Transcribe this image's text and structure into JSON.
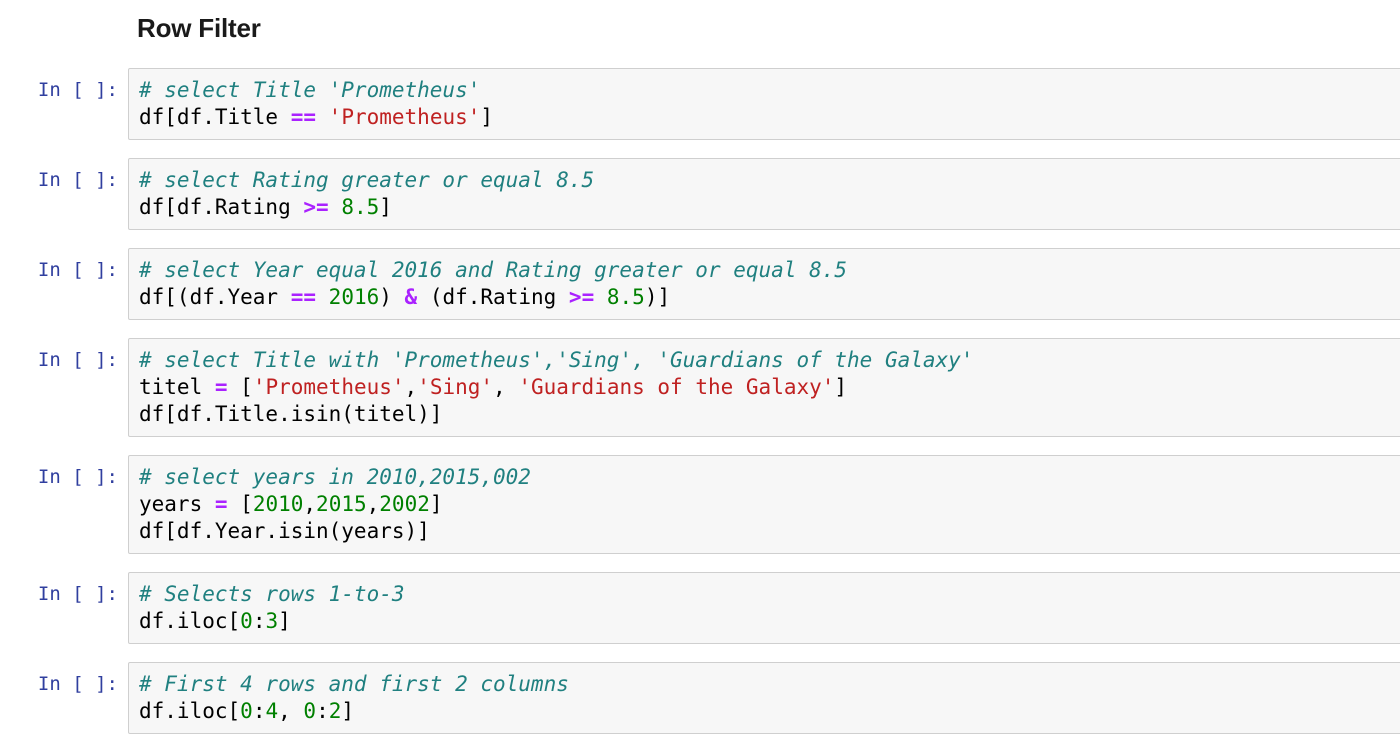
{
  "notebook": {
    "heading": "Row Filter",
    "prompt_label": "In [ ]:",
    "cells": [
      {
        "lines": [
          [
            {
              "style": "comment",
              "text": "# select Title 'Prometheus'"
            }
          ],
          [
            {
              "style": "code",
              "text": "df[df.Title "
            },
            {
              "style": "operator",
              "text": "=="
            },
            {
              "style": "code",
              "text": " "
            },
            {
              "style": "string",
              "text": "'Prometheus'"
            },
            {
              "style": "code",
              "text": "]"
            }
          ]
        ]
      },
      {
        "lines": [
          [
            {
              "style": "comment",
              "text": "# select Rating greater or equal 8.5"
            }
          ],
          [
            {
              "style": "code",
              "text": "df[df.Rating "
            },
            {
              "style": "operator",
              "text": ">="
            },
            {
              "style": "code",
              "text": " "
            },
            {
              "style": "number",
              "text": "8.5"
            },
            {
              "style": "code",
              "text": "]"
            }
          ]
        ]
      },
      {
        "lines": [
          [
            {
              "style": "comment",
              "text": "# select Year equal 2016 and Rating greater or equal 8.5"
            }
          ],
          [
            {
              "style": "code",
              "text": "df[(df.Year "
            },
            {
              "style": "operator",
              "text": "=="
            },
            {
              "style": "code",
              "text": " "
            },
            {
              "style": "number",
              "text": "2016"
            },
            {
              "style": "code",
              "text": ") "
            },
            {
              "style": "operator",
              "text": "&"
            },
            {
              "style": "code",
              "text": " (df.Rating "
            },
            {
              "style": "operator",
              "text": ">="
            },
            {
              "style": "code",
              "text": " "
            },
            {
              "style": "number",
              "text": "8.5"
            },
            {
              "style": "code",
              "text": ")]"
            }
          ]
        ]
      },
      {
        "lines": [
          [
            {
              "style": "comment",
              "text": "# select Title with 'Prometheus','Sing', 'Guardians of the Galaxy'"
            }
          ],
          [
            {
              "style": "code",
              "text": "titel "
            },
            {
              "style": "operator",
              "text": "="
            },
            {
              "style": "code",
              "text": " ["
            },
            {
              "style": "string",
              "text": "'Prometheus'"
            },
            {
              "style": "code",
              "text": ","
            },
            {
              "style": "string",
              "text": "'Sing'"
            },
            {
              "style": "code",
              "text": ", "
            },
            {
              "style": "string",
              "text": "'Guardians of the Galaxy'"
            },
            {
              "style": "code",
              "text": "]"
            }
          ],
          [
            {
              "style": "code",
              "text": "df[df.Title.isin(titel)]"
            }
          ]
        ]
      },
      {
        "lines": [
          [
            {
              "style": "comment",
              "text": "# select years in 2010,2015,002"
            }
          ],
          [
            {
              "style": "code",
              "text": "years "
            },
            {
              "style": "operator",
              "text": "="
            },
            {
              "style": "code",
              "text": " ["
            },
            {
              "style": "number",
              "text": "2010"
            },
            {
              "style": "code",
              "text": ","
            },
            {
              "style": "number",
              "text": "2015"
            },
            {
              "style": "code",
              "text": ","
            },
            {
              "style": "number",
              "text": "2002"
            },
            {
              "style": "code",
              "text": "]"
            }
          ],
          [
            {
              "style": "code",
              "text": "df[df.Year.isin(years)]"
            }
          ]
        ]
      },
      {
        "lines": [
          [
            {
              "style": "comment",
              "text": "# Selects rows 1-to-3"
            }
          ],
          [
            {
              "style": "code",
              "text": "df.iloc["
            },
            {
              "style": "number",
              "text": "0"
            },
            {
              "style": "code",
              "text": ":"
            },
            {
              "style": "number",
              "text": "3"
            },
            {
              "style": "code",
              "text": "]"
            }
          ]
        ]
      },
      {
        "lines": [
          [
            {
              "style": "comment",
              "text": "# First 4 rows and first 2 columns"
            }
          ],
          [
            {
              "style": "code",
              "text": "df.iloc["
            },
            {
              "style": "number",
              "text": "0"
            },
            {
              "style": "code",
              "text": ":"
            },
            {
              "style": "number",
              "text": "4"
            },
            {
              "style": "code",
              "text": ", "
            },
            {
              "style": "number",
              "text": "0"
            },
            {
              "style": "code",
              "text": ":"
            },
            {
              "style": "number",
              "text": "2"
            },
            {
              "style": "code",
              "text": "]"
            }
          ]
        ]
      },
      {
        "partial": true,
        "lines": []
      }
    ]
  },
  "colors": {
    "prompt": "#303F9F",
    "comment": "#208080",
    "operator": "#AA22FF",
    "string": "#BF2121",
    "number": "#008000",
    "code": "#000000",
    "cell_background": "#f7f7f7",
    "cell_border": "#cfcfcf"
  }
}
